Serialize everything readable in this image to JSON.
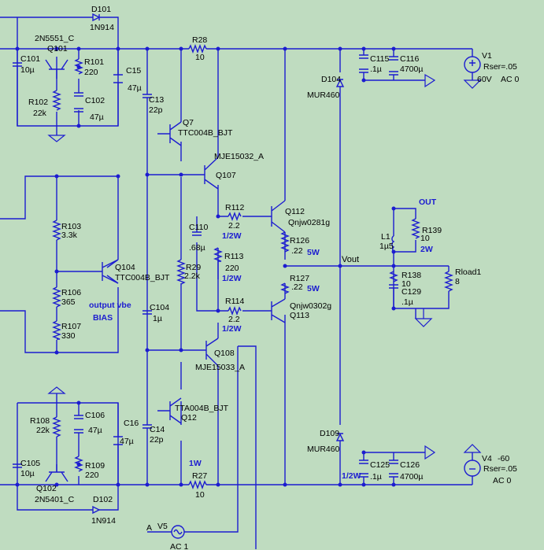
{
  "components": {
    "d101": {
      "ref": "D101",
      "value": "1N914"
    },
    "q101": {
      "model": "2N5551_C",
      "ref": "Q101"
    },
    "c101": {
      "ref": "C101",
      "value": "10µ"
    },
    "r101": {
      "ref": "R101",
      "value": "220"
    },
    "c15": {
      "ref": "C15",
      "value": "47µ"
    },
    "r28": {
      "ref": "R28",
      "value": "10"
    },
    "c115": {
      "ref": "C115",
      "value": ".1µ"
    },
    "c116": {
      "ref": "C116",
      "value": "4700µ"
    },
    "v1": {
      "ref": "V1",
      "rser": "Rser=.05",
      "value": "60V",
      "ac": "AC 0"
    },
    "r102": {
      "ref": "R102",
      "value": "22k"
    },
    "c102": {
      "ref": "C102",
      "value": "47µ"
    },
    "c13": {
      "ref": "C13",
      "value": "22p"
    },
    "d104": {
      "ref": "D104",
      "value": "MUR460"
    },
    "q7": {
      "ref": "Q7",
      "model": "TTC004B_BJT"
    },
    "q107": {
      "model": "MJE15032_A",
      "ref": "Q107"
    },
    "r112": {
      "ref": "R112",
      "value": "2.2",
      "power": "1/2W"
    },
    "q112": {
      "ref": "Q112",
      "model": "Qnjw0281g"
    },
    "c110": {
      "ref": "C110",
      "value": ".68µ"
    },
    "r126": {
      "ref": "R126",
      "value": ".22",
      "power": "5W"
    },
    "r113": {
      "ref": "R113",
      "value": "220",
      "power": "1/2W"
    },
    "r29": {
      "ref": "R29",
      "value": "2.2k"
    },
    "r103": {
      "ref": "R103",
      "value": "3.3k"
    },
    "q104": {
      "ref": "Q104",
      "model": "TTC004B_BJT"
    },
    "r106": {
      "ref": "R106",
      "value": "365"
    },
    "r107": {
      "ref": "R107",
      "value": "330"
    },
    "c104": {
      "ref": "C104",
      "value": "1µ"
    },
    "r114": {
      "ref": "R114",
      "value": "2.2",
      "power": "1/2W"
    },
    "r127": {
      "ref": "R127",
      "value": ".22",
      "power": "5W"
    },
    "q113": {
      "model": "Qnjw0302g",
      "ref": "Q113"
    },
    "q108": {
      "ref": "Q108",
      "model": "MJE15033_A"
    },
    "l1": {
      "ref": "L1",
      "value": "1µ5"
    },
    "r139": {
      "ref": "R139",
      "value": "10",
      "power": "2W"
    },
    "r138": {
      "ref": "R138",
      "value": "10"
    },
    "c129": {
      "ref": "C129",
      "value": ".1µ"
    },
    "rload": {
      "ref": "Rload1",
      "value": "8"
    },
    "r108": {
      "ref": "R108",
      "value": "22k"
    },
    "c106": {
      "ref": "C106",
      "value": "47µ"
    },
    "c16": {
      "ref": "C16",
      "value": "47µ"
    },
    "q12": {
      "model": "TTA004B_BJT",
      "ref": "Q12"
    },
    "c14": {
      "ref": "C14",
      "value": "22p"
    },
    "d109": {
      "ref": "D109",
      "value": "MUR460"
    },
    "c105": {
      "ref": "C105",
      "value": "10µ"
    },
    "r109": {
      "ref": "R109",
      "value": "220"
    },
    "q102": {
      "model": "2N5401_C",
      "ref": "Q102"
    },
    "r27": {
      "ref": "R27",
      "value": "10",
      "power": "1W"
    },
    "c125": {
      "ref": "C125",
      "value": ".1µ"
    },
    "c126": {
      "ref": "C126",
      "value": "4700µ"
    },
    "v4": {
      "ref": "V4",
      "value": "-60",
      "rser": "Rser=.05",
      "ac": "AC 0"
    },
    "d102": {
      "ref": "D102",
      "value": "1N914"
    },
    "v5": {
      "ref": "V5",
      "ac": "AC 1"
    }
  },
  "nets": {
    "out_label": "OUT",
    "vout_label": "Vout",
    "a_label": "A"
  },
  "notes": {
    "vbe": "output vbe",
    "bias": "BIAS"
  }
}
